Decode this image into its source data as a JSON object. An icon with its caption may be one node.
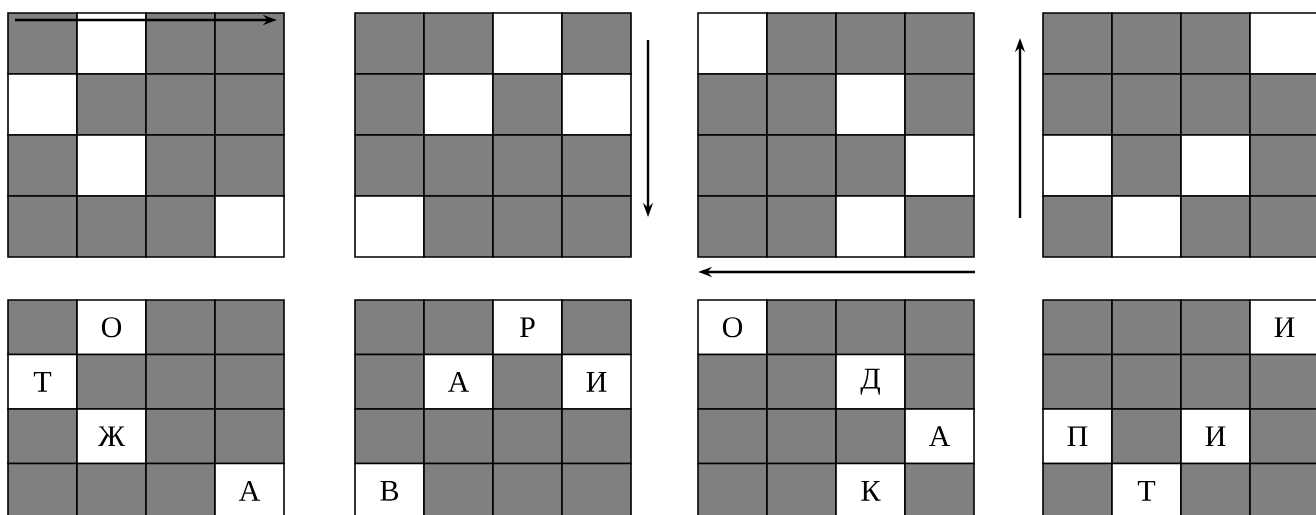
{
  "diagram": {
    "labels": [
      "О",
      "Т",
      "Ж",
      "А",
      "Р",
      "А",
      "И",
      "В",
      "О",
      "Д",
      "А",
      "К",
      "И",
      "П",
      "И",
      "Т"
    ]
  }
}
